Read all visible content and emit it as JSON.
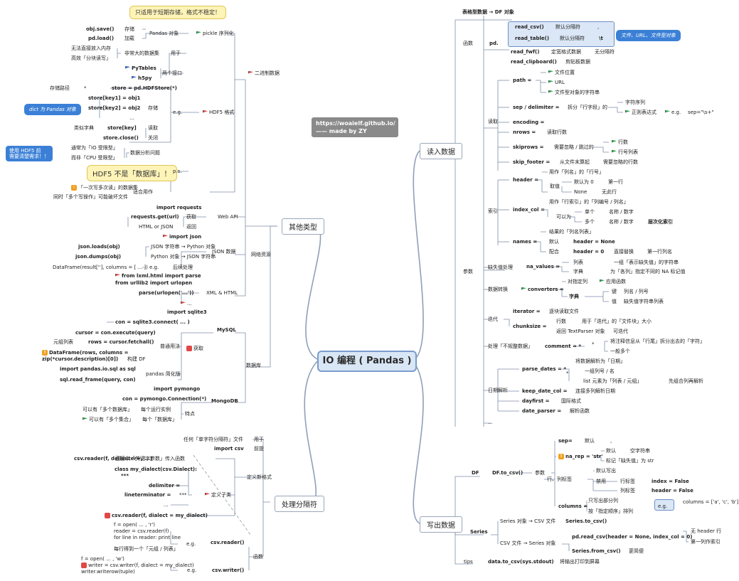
{
  "central": "IO 编程 ( Pandas )",
  "watermark": [
    "https://woaielf.github.io/",
    "—— made by ZY"
  ],
  "colors": {
    "flag_red": "#e04848",
    "flag_green": "#2fa84f",
    "flag_blue": "#3b6fd6",
    "badge_red": "#e04848",
    "badge_orange": "#f0a020",
    "accent": "#3b80d6"
  },
  "topics": {
    "read": "读入数据",
    "write": "写出数据",
    "other": "其他类型",
    "delim": "处理分隔符"
  },
  "callouts": {
    "pickle_warn": "只适用于短期存储，格式不稳定！",
    "files": "文件、URL、文件型对象",
    "dict": "dict 为 Pandas 对象",
    "hdf5_db": "HDF5 不是「数据库」！",
    "hdf5_warn": "使用 HDF5 前\n需要清楚需求！！"
  },
  "right_labels": [
    "表格型数据 → DF 对象",
    "函数",
    "pd.",
    "read_csv()",
    "默认分隔符",
    ",",
    "read_table()",
    "默认分隔符",
    "\\t",
    "read_fwf()",
    "定宽格式数据",
    "无分隔符",
    "read_clipboard()",
    "剪贴板数据",
    "读取",
    "path =",
    "文件位置",
    "URL",
    "文件型对象的字符串",
    "sep / delimiter =",
    "拆分「行字段」的",
    "字符序列",
    "正则表达式",
    "e.g.",
    "sep=\"\\s+\"",
    "encoding =",
    "nrows =",
    "读取行数",
    "skiprows =",
    "需要忽略 / 跳过的",
    "行数",
    "行号列表",
    "skip_footer =",
    "从文件末算起",
    "需要忽略的行数",
    "参数",
    "索引",
    "header =",
    "用作「列名」的「行号」",
    "取值",
    "默认为 0",
    "第一行",
    "None",
    "无此行",
    "index_col =",
    "用作「行索引」的「列编号 / 列名」",
    "可以为",
    "单个",
    "名称 / 数字",
    "多个",
    "名称 / 数字",
    "层次化索引",
    "names =",
    "结果的「列名列表」",
    "默认",
    "header = None",
    "配合",
    "header = 0",
    "直接替换",
    "第一行列名",
    "缺失值处理",
    "na_values =",
    "列表",
    "一组「表示缺失值」的字符串",
    "字典",
    "为「各列」指定不同的 NA 标记值",
    "数据转换",
    "converters =",
    "对指定列",
    "应用函数",
    "字典",
    "键",
    "列名 / 列号",
    "值",
    "缺失值字符串列表",
    "迭代",
    "iterator =",
    "逐块读取文件",
    "chunksize =",
    "行数",
    "用于「迭代」的「文件块」大小",
    "返回 TextParser 对象",
    "可迭代",
    "处理「不规整数据」",
    "comment = *",
    "*",
    "将注释信息从「行尾」拆分出去的「字符」",
    "一般多个",
    "日期解析",
    "parse_dates = *",
    "将数据解析为「日期」",
    "*",
    "一组列号 / 名",
    "list 元素为「列表 / 元组」",
    "先组合列再解析",
    "keep_date_col =",
    "连接多列解析日期",
    "dayfirst =",
    "国际格式",
    "date_parser =",
    "解析函数",
    "...",
    "DF",
    "DF.to_csv()",
    "参数",
    "sep=",
    "默认",
    ",",
    "na_rep = 'str'",
    "默认",
    "空字符串",
    "标记「缺失值」为 str",
    "行、列标签",
    "默认写出",
    "禁用",
    "行标签",
    "index = False",
    "列标签",
    "header = False",
    "columns =",
    "只写出部分列",
    "按「指定顺序」排列",
    "e.g.",
    "columns = ['a', 'c', 'b']",
    "Series",
    "Series 对象 → CSV 文件",
    "Series.to_csv()",
    "CSV 文件 → Series 对象",
    "pd.read_csv(header = None, index_col = 0)",
    "无 header 行",
    "第一列作索引",
    "Series.from_csv()",
    "更简便",
    "tips",
    "data.to_csv(sys.stdout)",
    "将输出打印到屏幕"
  ],
  "left_labels": [
    "obj.save()",
    "存储",
    "pd.load()",
    "加载",
    "Pandas 对象",
    "pickle 序列化",
    "无法直接放入内存",
    "高效「分块读写」",
    "非常大的数据集",
    "用于",
    "PyTables",
    "h5py",
    "两个接口",
    "store = pd.HDFStore(*)",
    "存储路径",
    "*",
    "store[key1] = obj1",
    "store[key2] = obj2",
    "...",
    "存储",
    "e.g.",
    "HDF5 格式",
    "二进制数据",
    "类似字典",
    "store[key]",
    "读取",
    "store.close()",
    "关闭",
    "通常为「IO 受限型」",
    "而非「CPU 受限型」",
    "数据分析问题",
    "「一次写多次读」的数据集",
    "同时「多个写操作」可能破坏文件",
    "适合用作",
    "p.s.",
    "import requests",
    "requests.get(url)",
    "获取",
    "HTML or JSON",
    "返回",
    "Web API",
    "import json",
    "json.loads(obj)",
    "JSON 字符串 → Python 对象",
    "json.dumps(obj)",
    "Python 对象 → JSON 字符串",
    "DataFrame(result[''], columns = [ ... ])",
    "e.g.",
    "后续处理",
    "JSON 数据",
    "网络资源",
    "from lxml.html import parse",
    "from urllib2 import urlopen",
    "parse(urlopen('...'))",
    "XML & HTML",
    "...",
    "import sqlite3",
    "con = sqlite3.connect( ... )",
    "cursor = con.execute(query)",
    "rows = cursor.fetchall()",
    "元组列表",
    "普通用法",
    "获取",
    "DataFrame(rows, columns =",
    "zip(*cursor.description)[0])",
    "构建 DF",
    "import pandas.io.sql as sql",
    "pandas 简化版",
    "sql.read_frame(query, con)",
    "MySQL",
    "数据库",
    "import pymongo",
    "con = pymongo.Connection(*)",
    "可以有「多个数据库」",
    "每个运行实例",
    "可以有「多个集合」",
    "每个「数据库」",
    "特点",
    "MongoDB",
    "任何「单字符分隔符」文件",
    "用于",
    "import csv",
    "前提",
    "csv.reader(f, delimiter=, ...)",
    "直接以「关键字参数」传入函数",
    "class my_dialect(csv.Dialect):",
    "***",
    "delimiter =",
    "lineterminator =",
    "...",
    "***",
    "定义子类",
    "定义新格式",
    "csv.reader(f, dialect = my_dialect)",
    "f = open( ... , 'r')",
    "reader = csv.reader(f)",
    "for line in reader: print line",
    "e.g.",
    "csv.reader()",
    "每行得到一个「元组 / 列表」",
    "f = open( ... , 'w')",
    "writer = csv.writer(f, dialect = my_dialect)",
    "writer.writerow(tuple)",
    "e.g.",
    "csv.writer()",
    "函数"
  ]
}
